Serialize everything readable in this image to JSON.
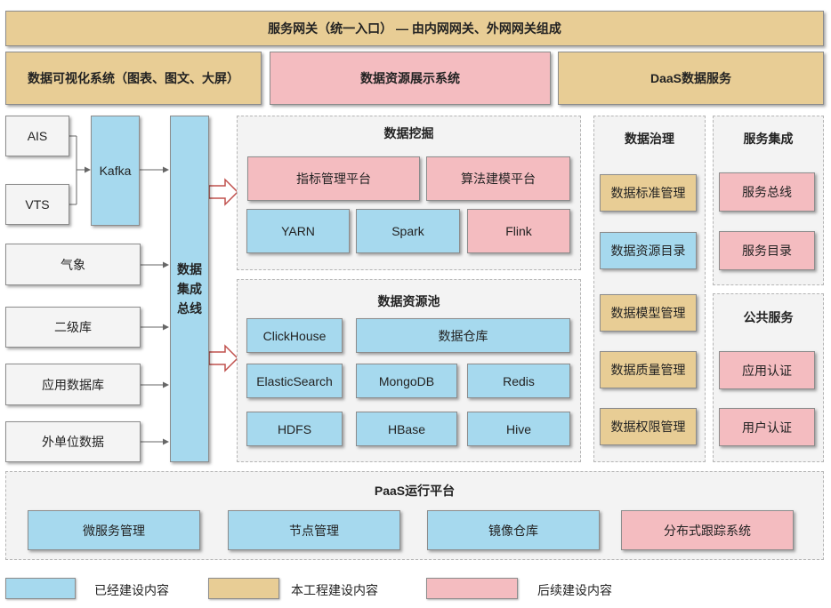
{
  "top": {
    "gateway": "服务网关（统一入口） — 由内网网关、外网网关组成",
    "visualization": "数据可视化系统（图表、图文、大屏）",
    "resource_display": "数据资源展示系统",
    "daas": "DaaS数据服务"
  },
  "sources": {
    "ais": "AIS",
    "vts": "VTS",
    "kafka": "Kafka",
    "weather": "气象",
    "secondary_db": "二级库",
    "app_db": "应用数据库",
    "external_data": "外单位数据"
  },
  "integration_bus": [
    "数据",
    "集成",
    "总线"
  ],
  "mining": {
    "title": "数据挖掘",
    "indicator_platform": "指标管理平台",
    "algorithm_platform": "算法建模平台",
    "yarn": "YARN",
    "spark": "Spark",
    "flink": "Flink"
  },
  "pool": {
    "title": "数据资源池",
    "clickhouse": "ClickHouse",
    "warehouse": "数据仓库",
    "elasticsearch": "ElasticSearch",
    "mongodb": "MongoDB",
    "redis": "Redis",
    "hdfs": "HDFS",
    "hbase": "HBase",
    "hive": "Hive"
  },
  "governance": {
    "title": "数据治理",
    "items": [
      "数据标准管理",
      "数据资源目录",
      "数据模型管理",
      "数据质量管理",
      "数据权限管理"
    ]
  },
  "service_integration": {
    "title": "服务集成",
    "items": [
      "服务总线",
      "服务目录"
    ]
  },
  "public_service": {
    "title": "公共服务",
    "items": [
      "应用认证",
      "用户认证"
    ]
  },
  "paas": {
    "title": "PaaS运行平台",
    "items": [
      "微服务管理",
      "节点管理",
      "镜像仓库",
      "分布式跟踪系统"
    ]
  },
  "legend": {
    "built": "已经建设内容",
    "this_project": "本工程建设内容",
    "future": "后续建设内容"
  },
  "colors": {
    "built": "#a6d9ee",
    "this_project": "#e8cd95",
    "future": "#f4bcc0",
    "panel": "#f3f3f3"
  }
}
